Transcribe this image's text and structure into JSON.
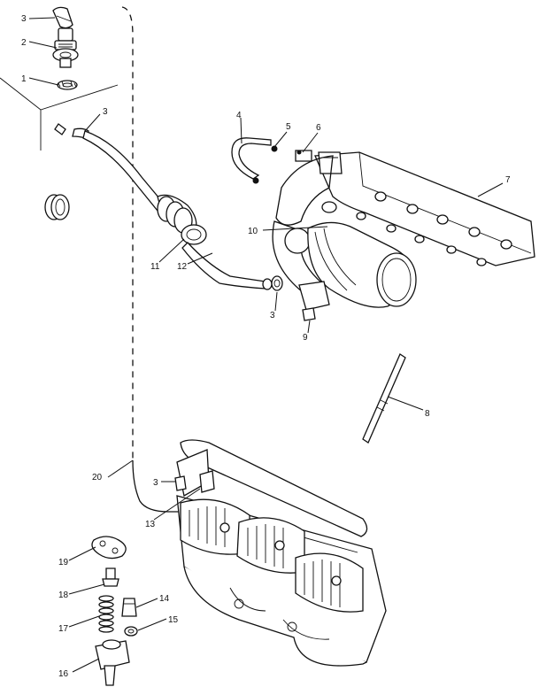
{
  "callouts": [
    {
      "id": "c3a",
      "label": "3"
    },
    {
      "id": "c2",
      "label": "2"
    },
    {
      "id": "c1",
      "label": "1"
    },
    {
      "id": "c3b",
      "label": "3"
    },
    {
      "id": "c4",
      "label": "4"
    },
    {
      "id": "c5",
      "label": "5"
    },
    {
      "id": "c6",
      "label": "6"
    },
    {
      "id": "c7",
      "label": "7"
    },
    {
      "id": "c10",
      "label": "10"
    },
    {
      "id": "c11",
      "label": "11"
    },
    {
      "id": "c12",
      "label": "12"
    },
    {
      "id": "c3c",
      "label": "3"
    },
    {
      "id": "c9",
      "label": "9"
    },
    {
      "id": "c8",
      "label": "8"
    },
    {
      "id": "c20",
      "label": "20"
    },
    {
      "id": "c3d",
      "label": "3"
    },
    {
      "id": "c13",
      "label": "13"
    },
    {
      "id": "c19",
      "label": "19"
    },
    {
      "id": "c18",
      "label": "18"
    },
    {
      "id": "c14",
      "label": "14"
    },
    {
      "id": "c17",
      "label": "17"
    },
    {
      "id": "c15",
      "label": "15"
    },
    {
      "id": "c16",
      "label": "16"
    }
  ]
}
